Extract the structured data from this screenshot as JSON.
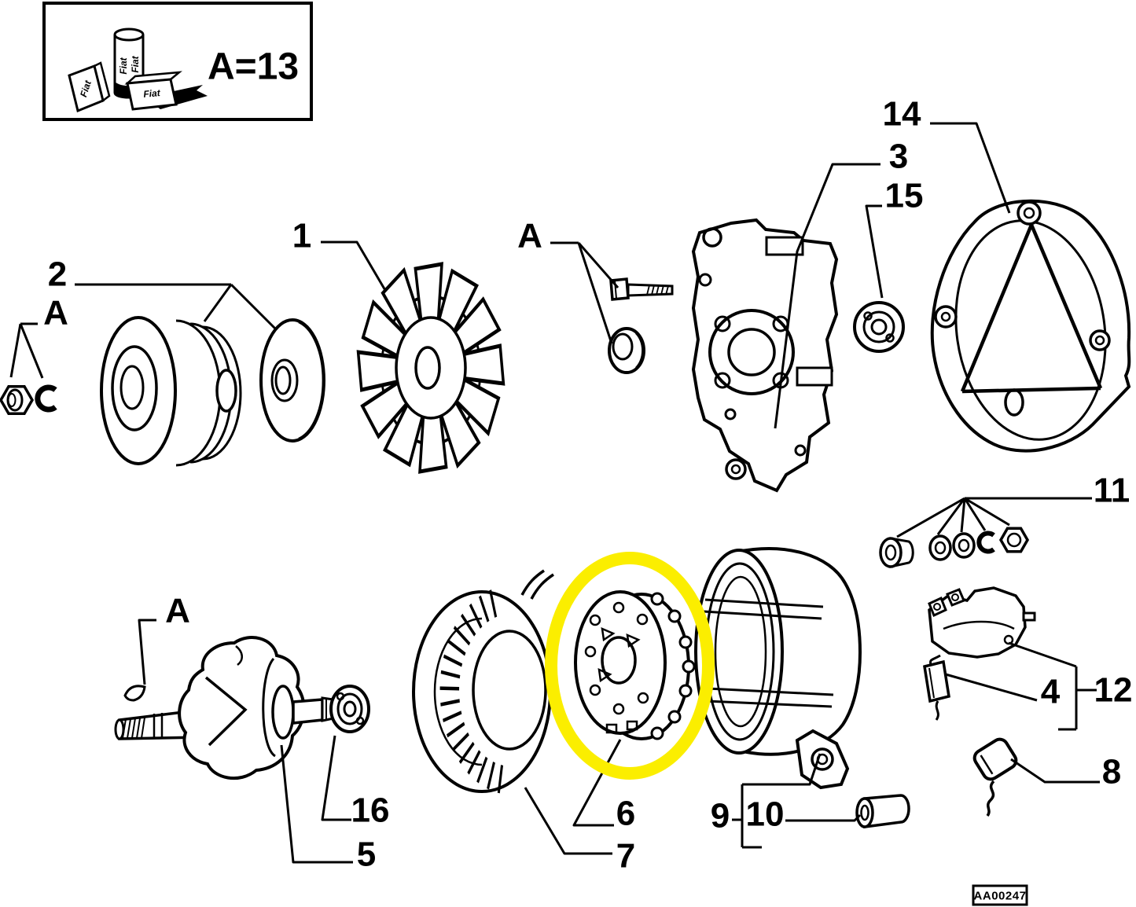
{
  "legend": {
    "formula": "A=13",
    "brand": "Fiat"
  },
  "ref_code": "AA00247",
  "colors": {
    "ink": "#000000",
    "paper": "#ffffff",
    "highlight": "#fbee00"
  },
  "callouts": {
    "fan": "1",
    "pulley": "2",
    "front_bracket": "3",
    "brush": "4",
    "rotor": "5",
    "rectifier": "6",
    "stator": "7",
    "capacitor": "8",
    "rear_housing": "9",
    "spacer": "10",
    "hardware_kit": "11",
    "regulator": "12",
    "rear_cover": "14",
    "front_bearing": "15",
    "rear_bearing": "16",
    "pulley_fasteners": "A",
    "mount_bolt": "A",
    "shaft_key": "A"
  }
}
